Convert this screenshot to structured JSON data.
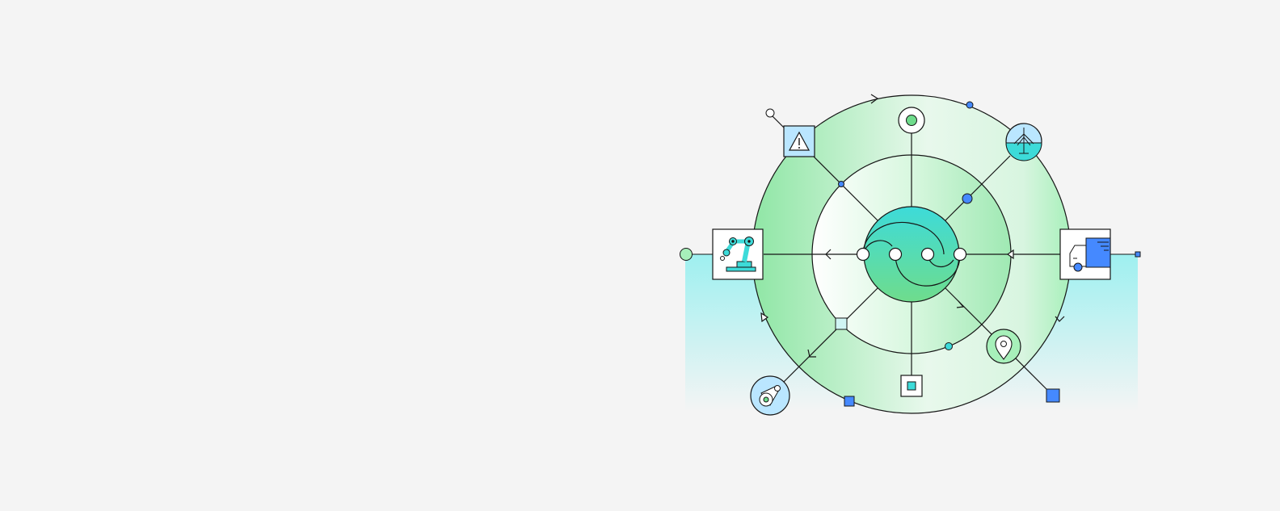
{
  "colors": {
    "background": "#f4f4f4",
    "stroke": "#161616",
    "teal": "#3ddbd9",
    "teal_light": "#9ef0f0",
    "green": "#6fdc8c",
    "green_light": "#a7f0ba",
    "blue": "#4589ff",
    "blue_light": "#bae6ff",
    "white": "#ffffff"
  },
  "diagram": {
    "center": {
      "icon": "swirl-core-icon"
    },
    "nodes": [
      {
        "id": "warning",
        "icon": "warning-triangle-icon"
      },
      {
        "id": "target",
        "icon": "target-dot-icon"
      },
      {
        "id": "wind-turbine",
        "icon": "wind-turbine-icon"
      },
      {
        "id": "delivery-truck",
        "icon": "delivery-truck-icon"
      },
      {
        "id": "location-pin",
        "icon": "location-pin-icon"
      },
      {
        "id": "square-chip",
        "icon": "square-chip-icon"
      },
      {
        "id": "pulley",
        "icon": "pulley-wheel-icon"
      },
      {
        "id": "robotic-arm",
        "icon": "robotic-arm-icon"
      }
    ]
  }
}
